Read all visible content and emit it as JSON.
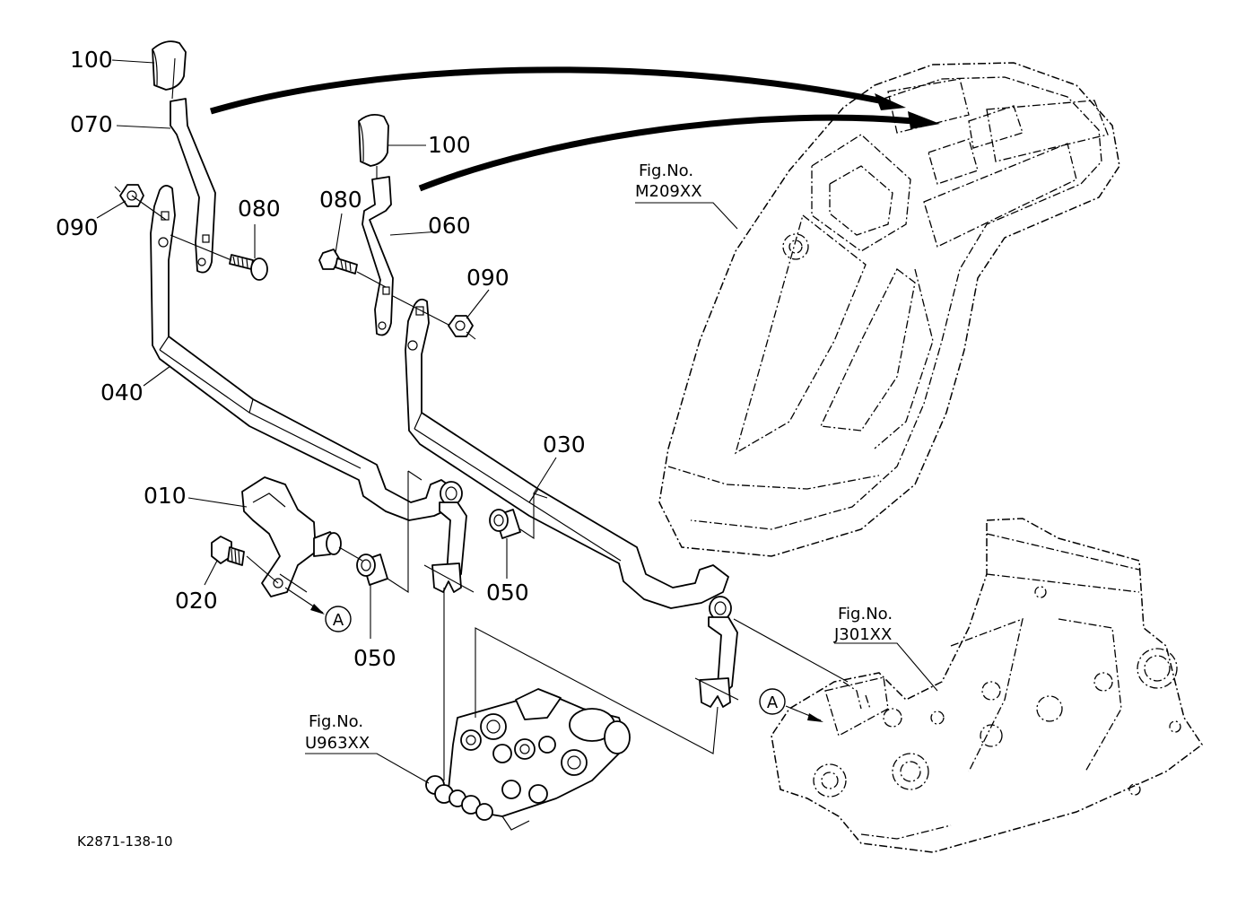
{
  "labels": {
    "knob_left": "100",
    "grip_left": "070",
    "nut_left": "090",
    "bolt_left": "080",
    "lever_left": "040",
    "knob_right": "100",
    "bolt_right": "080",
    "grip_right": "060",
    "nut_right": "090",
    "lever_right": "030",
    "bracket": "010",
    "screw": "020",
    "bush_left": "050",
    "bush_right": "050",
    "ref_a1": "A",
    "ref_a2": "A"
  },
  "figrefs": {
    "fender": {
      "line1": "Fig.No.",
      "line2": "M209XX"
    },
    "housing": {
      "line1": "Fig.No.",
      "line2": "J301XX"
    },
    "valve": {
      "line1": "Fig.No.",
      "line2": "U963XX"
    }
  },
  "drawing_code": "K2871-138-10"
}
